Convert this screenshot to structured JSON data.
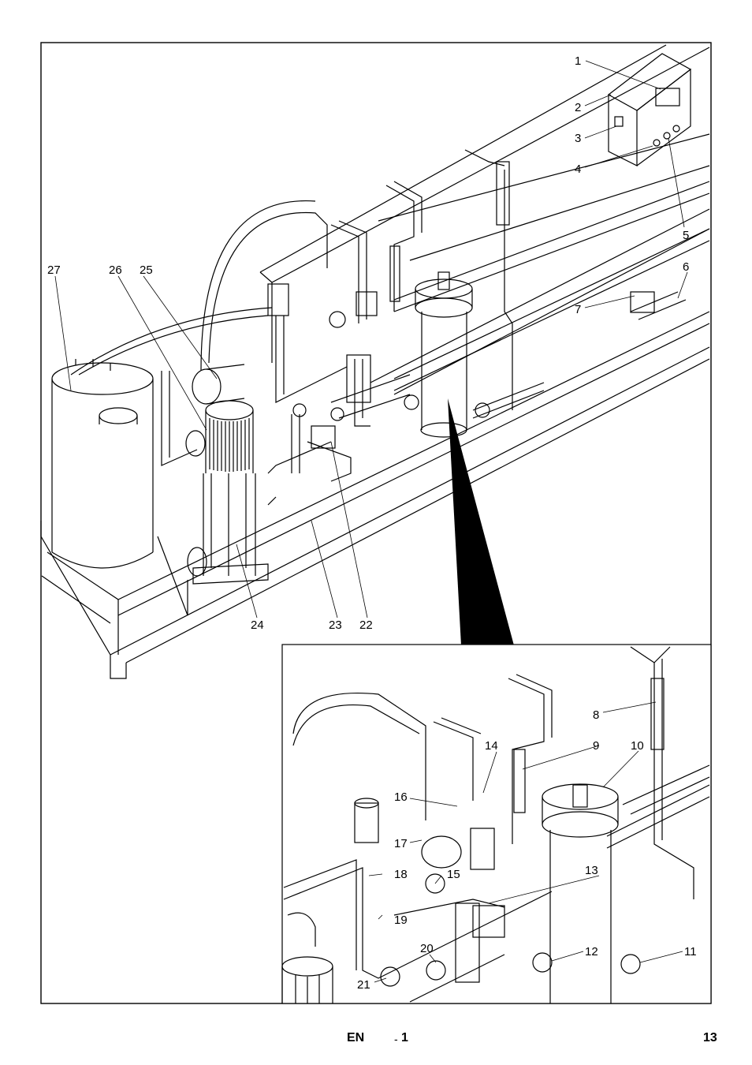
{
  "figure": {
    "callouts": [
      "1",
      "2",
      "3",
      "4",
      "5",
      "6",
      "7",
      "8",
      "9",
      "10",
      "11",
      "12",
      "13",
      "14",
      "15",
      "16",
      "17",
      "18",
      "19",
      "20",
      "21",
      "22",
      "23",
      "24",
      "25",
      "26",
      "27"
    ]
  },
  "footer": {
    "language": "EN",
    "separator": "-",
    "section": "1",
    "page": "13"
  }
}
